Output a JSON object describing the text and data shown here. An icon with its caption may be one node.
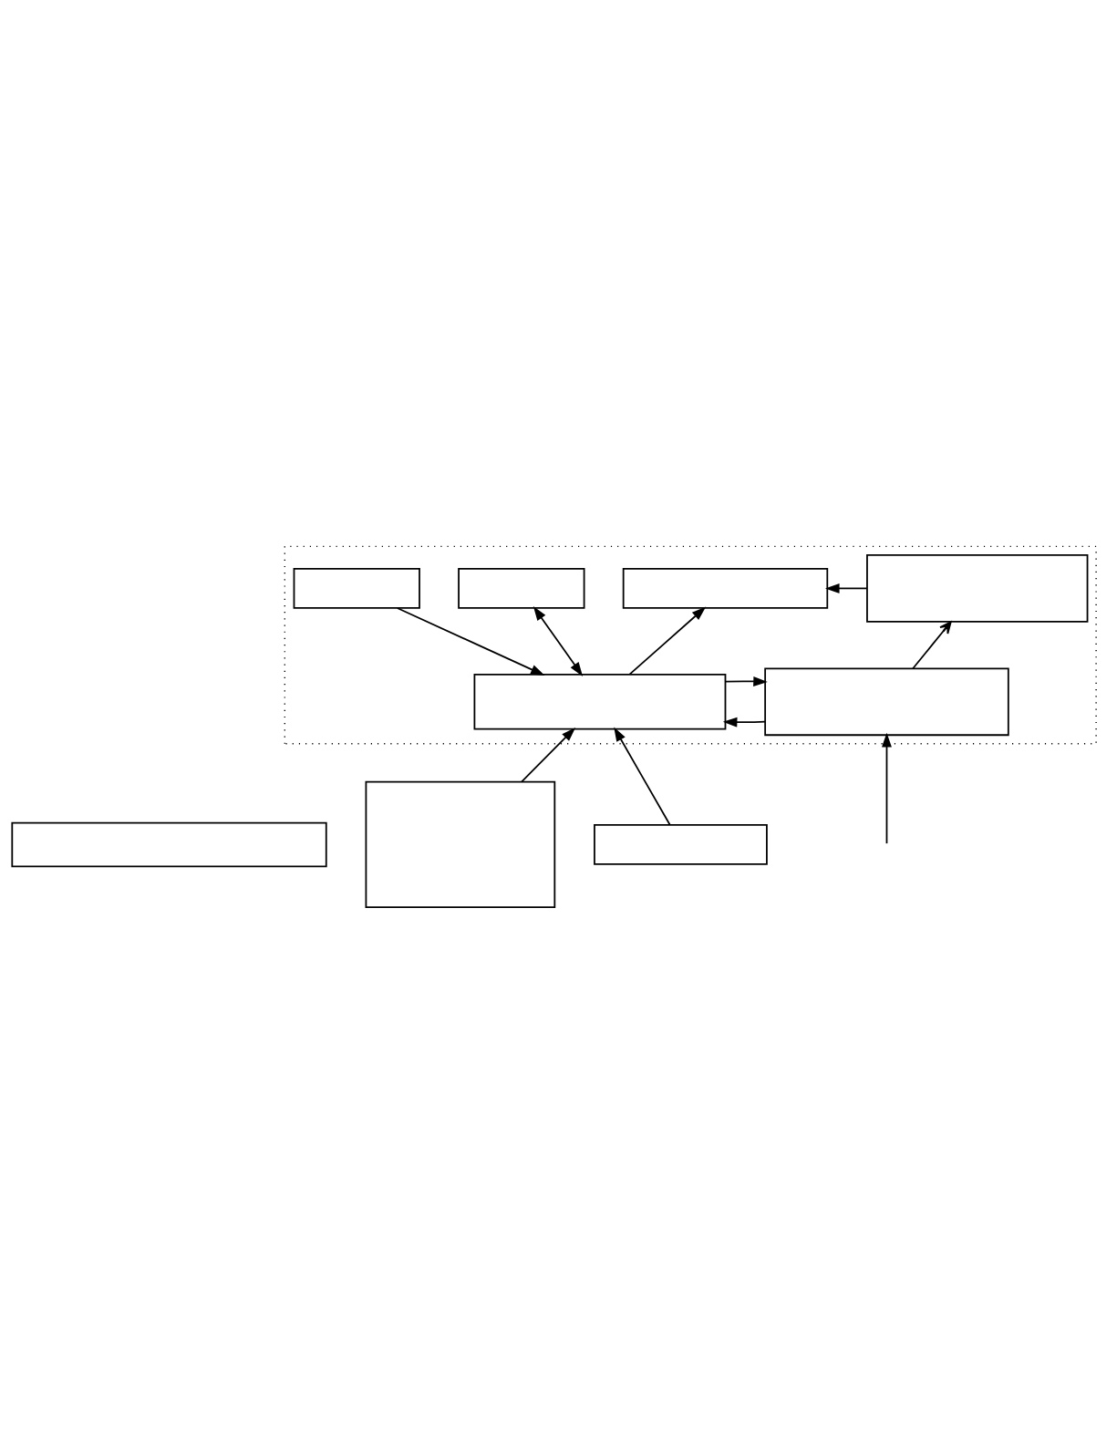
{
  "diagram": {
    "nodes": [
      {
        "text": [],
        "shape": "box"
      },
      {
        "text": [],
        "shape": "box"
      },
      {
        "text": [],
        "shape": "box",
        "in": 1
      },
      {
        "text": [],
        "shape": "box",
        "in": 1
      },
      {
        "text": [],
        "shape": "box",
        "in": 1
      },
      {
        "text": [],
        "shape": "box",
        "in": 1
      },
      {
        "text": [],
        "shape": "box"
      },
      {
        "text": [],
        "shape": "box",
        "in": 1
      },
      {
        "text": [],
        "shape": "box",
        "in": 1
      },
      {
        "text": [],
        "shape": "box"
      }
    ],
    "edges": [
      {
        "from": 2,
        "to": 3,
        "arrow": "to"
      },
      {
        "from": 4,
        "to": 2,
        "arrow": "to"
      },
      {
        "from": 5,
        "to": 3,
        "arrow": "to"
      },
      {
        "from": 5,
        "to": 4,
        "arrow": "to"
      },
      {
        "from": 4,
        "to": 5,
        "arrow": "to"
      },
      {
        "from": 6,
        "to": 5,
        "arrow": "to"
      },
      {
        "from": 7,
        "to": 5,
        "arrow": "to"
      },
      {
        "from": 5,
        "to": 8,
        "arrow": "both"
      },
      {
        "from": 9,
        "to": 5,
        "arrow": "to"
      },
      {
        "from": null,
        "to": 4,
        "arrow": "to"
      }
    ]
  }
}
